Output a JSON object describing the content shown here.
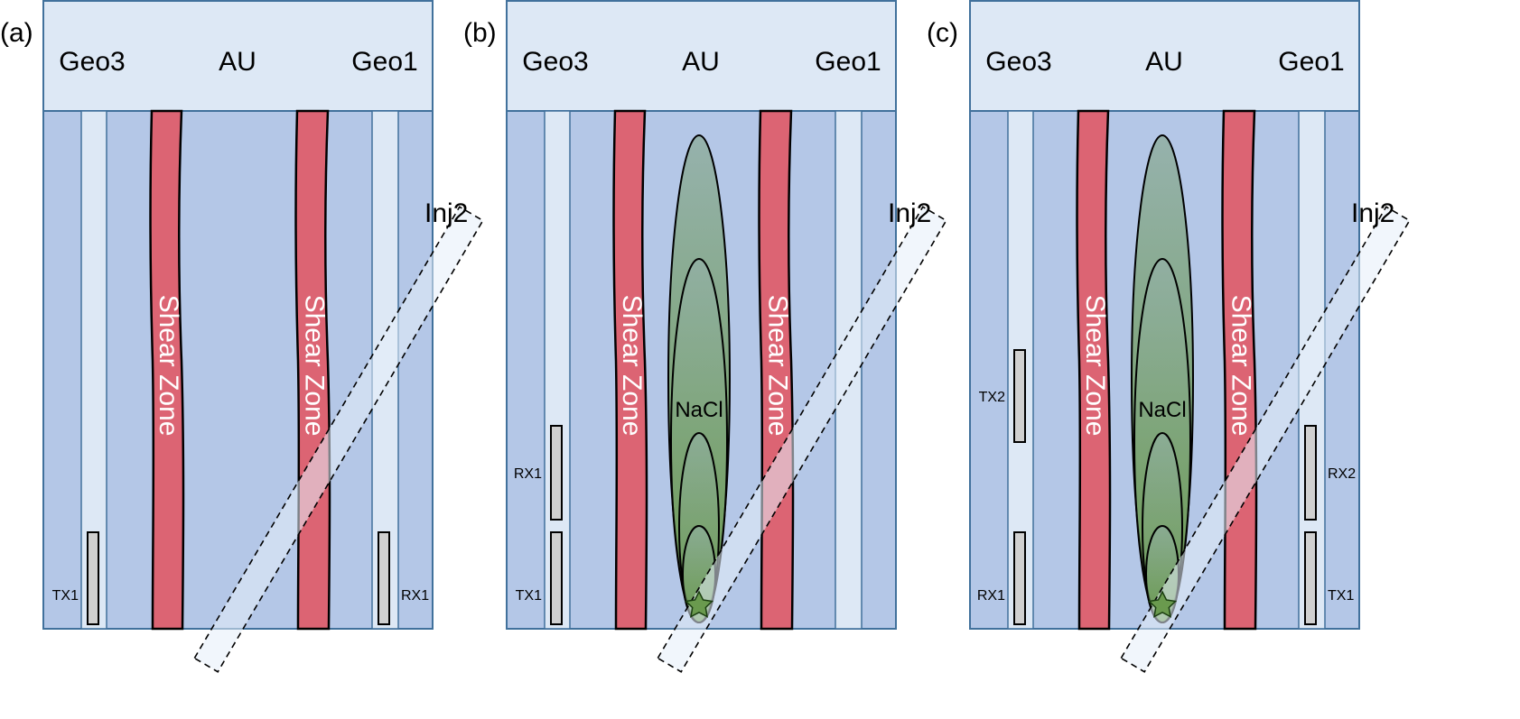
{
  "colors": {
    "header": "#dde8f5",
    "rock": "#b4c7e7",
    "tunnel": "#dde8f5",
    "border": "#41719c",
    "shear_zone": "#dc6473",
    "plume_outer": "#96b2ad",
    "plume_inner": "#6a9a4e",
    "sensor": "#d0d0d0",
    "injection": "#e6eef9"
  },
  "panels": [
    {
      "label": "(a)",
      "headers": {
        "left": "Geo3",
        "center": "AU",
        "right": "Geo1"
      },
      "shear_zone_label": "Shear Zone",
      "borehole_label": "Inj2",
      "plume": null,
      "sensors": [
        {
          "label": "TX1",
          "side": "left",
          "slot": "lower"
        },
        {
          "label": "RX1",
          "side": "right",
          "slot": "lower"
        }
      ]
    },
    {
      "label": "(b)",
      "headers": {
        "left": "Geo3",
        "center": "AU",
        "right": "Geo1"
      },
      "shear_zone_label": "Shear Zone",
      "borehole_label": "Inj2",
      "plume": {
        "label": "NaCl",
        "injection_point_icon": "star-icon"
      },
      "sensors": [
        {
          "label": "RX1",
          "side": "left",
          "slot": "middle"
        },
        {
          "label": "TX1",
          "side": "left",
          "slot": "lower"
        }
      ]
    },
    {
      "label": "(c)",
      "headers": {
        "left": "Geo3",
        "center": "AU",
        "right": "Geo1"
      },
      "shear_zone_label": "Shear Zone",
      "borehole_label": "Inj2",
      "plume": {
        "label": "NaCl",
        "injection_point_icon": "star-icon"
      },
      "sensors": [
        {
          "label": "TX2",
          "side": "left",
          "slot": "upper"
        },
        {
          "label": "RX1",
          "side": "left",
          "slot": "lower"
        },
        {
          "label": "RX2",
          "side": "right",
          "slot": "middle"
        },
        {
          "label": "TX1",
          "side": "right",
          "slot": "lower"
        }
      ]
    }
  ]
}
